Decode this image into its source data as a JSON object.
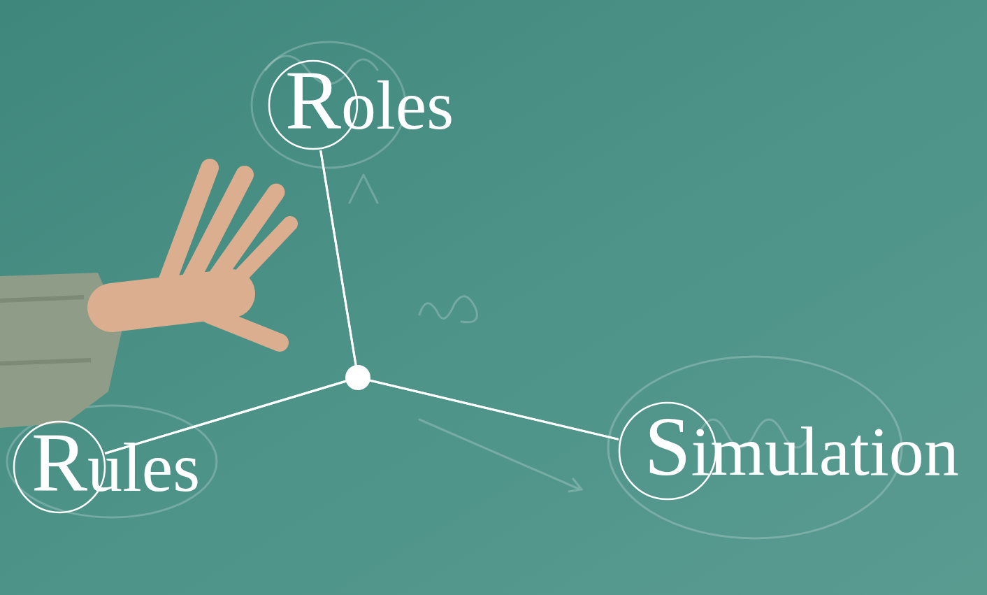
{
  "diagram": {
    "nodes": [
      {
        "text": [
          "Roles"
        ]
      },
      {
        "text": [
          "Rules"
        ]
      },
      {
        "text": [
          "Simulation"
        ]
      }
    ],
    "edges": [
      {
        "from": 0,
        "to": 1,
        "arrow": "none"
      },
      {
        "from": 0,
        "to": 2,
        "arrow": "none"
      },
      {
        "from": 1,
        "to": 2,
        "arrow": "none"
      }
    ]
  }
}
